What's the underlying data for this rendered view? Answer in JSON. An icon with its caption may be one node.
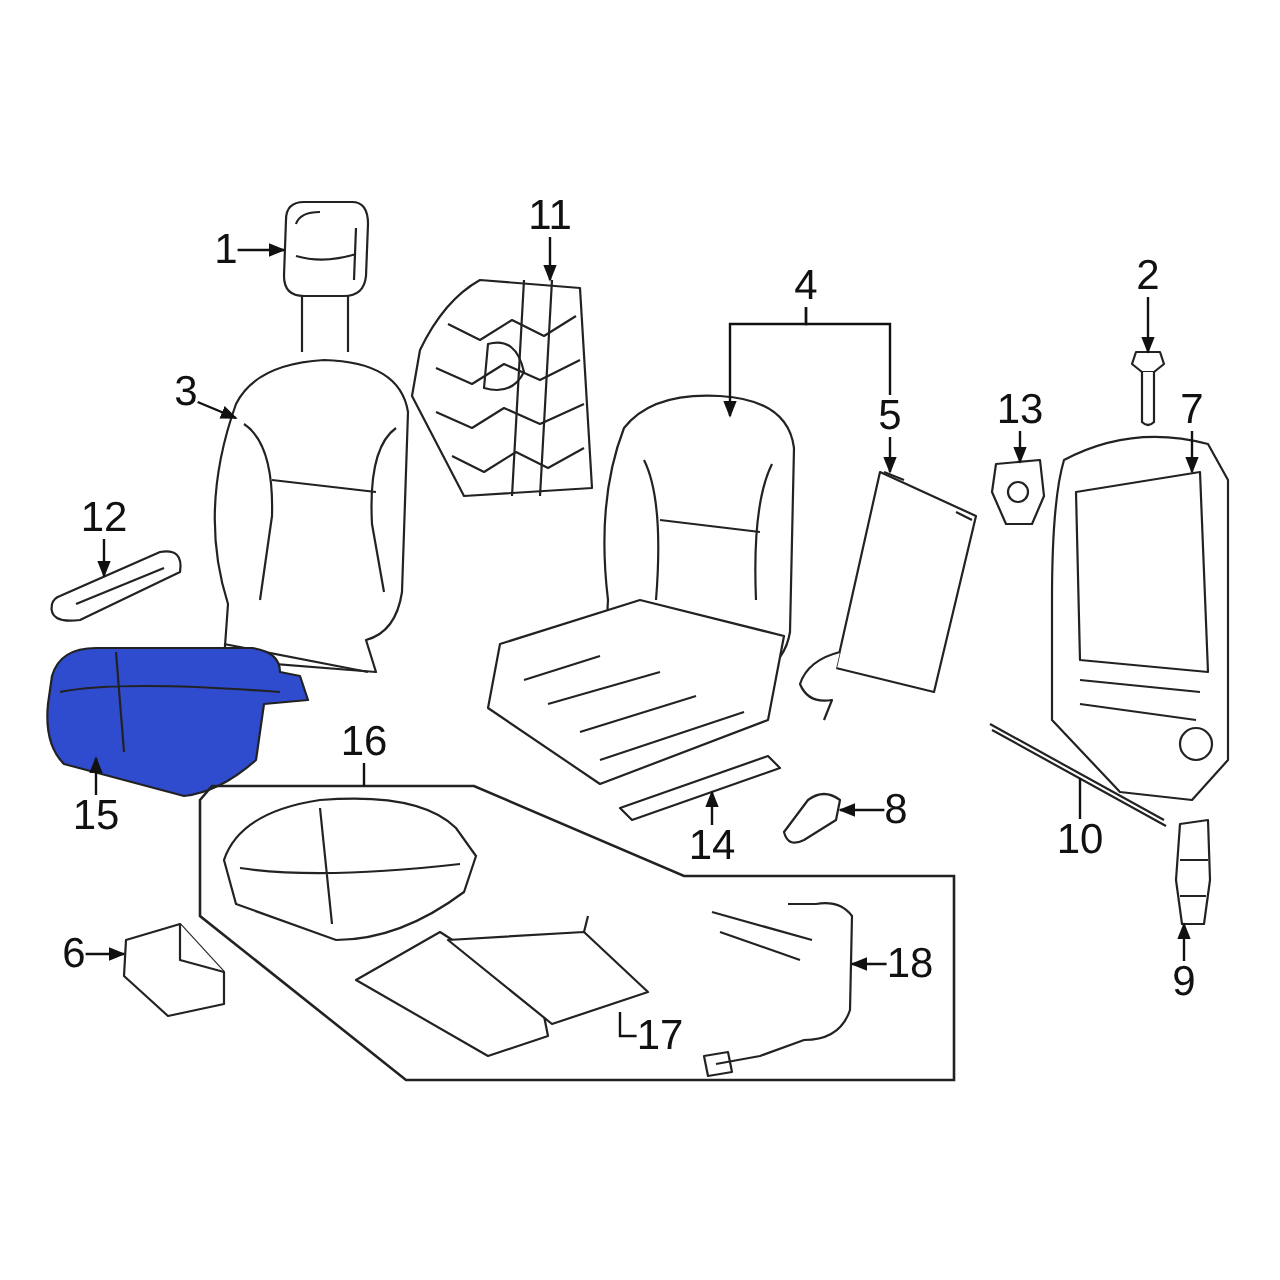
{
  "diagram": {
    "nodes": [
      {
        "text": [
          "1"
        ]
      },
      {
        "text": [
          "2"
        ]
      },
      {
        "text": [
          "3"
        ]
      },
      {
        "text": [
          "4"
        ]
      },
      {
        "text": [
          "5"
        ]
      },
      {
        "text": [
          "6"
        ]
      },
      {
        "text": [
          "7"
        ]
      },
      {
        "text": [
          "8"
        ]
      },
      {
        "text": [
          "9"
        ]
      },
      {
        "text": [
          "10"
        ]
      },
      {
        "text": [
          "11"
        ]
      },
      {
        "text": [
          "12"
        ]
      },
      {
        "text": [
          "13"
        ]
      },
      {
        "text": [
          "14"
        ]
      },
      {
        "text": [
          "15"
        ]
      },
      {
        "text": [
          "16"
        ]
      },
      {
        "text": [
          "17"
        ],
        "in": 33
      },
      {
        "text": [
          "18"
        ],
        "in": 33
      },
      {
        "text": [],
        "shape": "picture"
      },
      {
        "text": [],
        "shape": "picture"
      },
      {
        "text": [],
        "shape": "picture"
      },
      {
        "text": [],
        "shape": "picture"
      },
      {
        "text": [],
        "shape": "picture"
      },
      {
        "text": [],
        "shape": "picture"
      },
      {
        "text": [],
        "shape": "picture"
      },
      {
        "text": [],
        "shape": "picture"
      },
      {
        "text": [],
        "shape": "picture"
      },
      {
        "text": [],
        "shape": "picture"
      },
      {
        "text": [],
        "shape": "picture"
      },
      {
        "text": [],
        "shape": "picture"
      },
      {
        "text": [],
        "shape": "picture"
      },
      {
        "text": [],
        "shape": "picture"
      },
      {
        "text": [],
        "shape": "picture"
      },
      {
        "text": [],
        "shape": "box"
      },
      {
        "text": [],
        "shape": "picture",
        "in": 33
      },
      {
        "text": [],
        "shape": "picture",
        "in": 33
      }
    ],
    "edges": [
      {
        "from": 0,
        "to": 18,
        "arrow": "to"
      },
      {
        "from": 1,
        "to": 19,
        "arrow": "to"
      },
      {
        "from": 2,
        "to": 20,
        "arrow": "to"
      },
      {
        "from": 3,
        "to": 21,
        "arrow": "to"
      },
      {
        "from": 3,
        "to": 4,
        "arrow": "none"
      },
      {
        "from": 4,
        "to": 22,
        "arrow": "to"
      },
      {
        "from": 5,
        "to": 23,
        "arrow": "to"
      },
      {
        "from": 6,
        "to": 24,
        "arrow": "to"
      },
      {
        "from": 7,
        "to": 25,
        "arrow": "to"
      },
      {
        "from": 8,
        "to": 26,
        "arrow": "to"
      },
      {
        "from": 9,
        "to": 27,
        "arrow": "none"
      },
      {
        "from": 10,
        "to": 28,
        "arrow": "to"
      },
      {
        "from": 11,
        "to": 29,
        "arrow": "to"
      },
      {
        "from": 12,
        "to": 30,
        "arrow": "to"
      },
      {
        "from": 13,
        "to": 31,
        "arrow": "to"
      },
      {
        "from": 14,
        "to": 32,
        "arrow": "to"
      },
      {
        "from": 15,
        "to": 33,
        "arrow": "none"
      },
      {
        "from": 16,
        "to": 34,
        "arrow": "none"
      },
      {
        "from": 17,
        "to": 35,
        "arrow": "to"
      }
    ]
  }
}
